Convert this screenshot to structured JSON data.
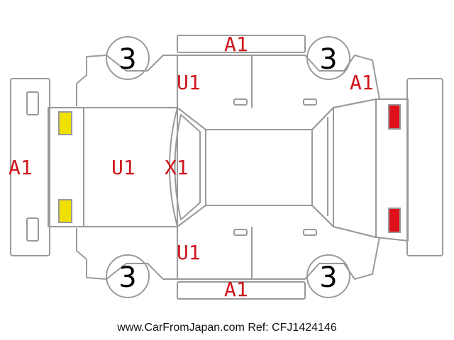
{
  "damage_codes": {
    "roof_top": "A1",
    "door_left_front": "U1",
    "right_rear_quarter": "A1",
    "front_bumper": "A1",
    "hood": "U1",
    "windshield": "X1",
    "door_right_front": "U1",
    "rocker_bottom": "A1"
  },
  "tires": [
    "3",
    "3",
    "3",
    "3"
  ],
  "colors": {
    "code_red": "#d0151d",
    "lamp_yellow": "#f0e000",
    "lamp_red": "#e0101a",
    "outline": "#9a9a9a"
  },
  "footer": {
    "text": "www.CarFromJapan.com Ref: CFJ1424146"
  }
}
